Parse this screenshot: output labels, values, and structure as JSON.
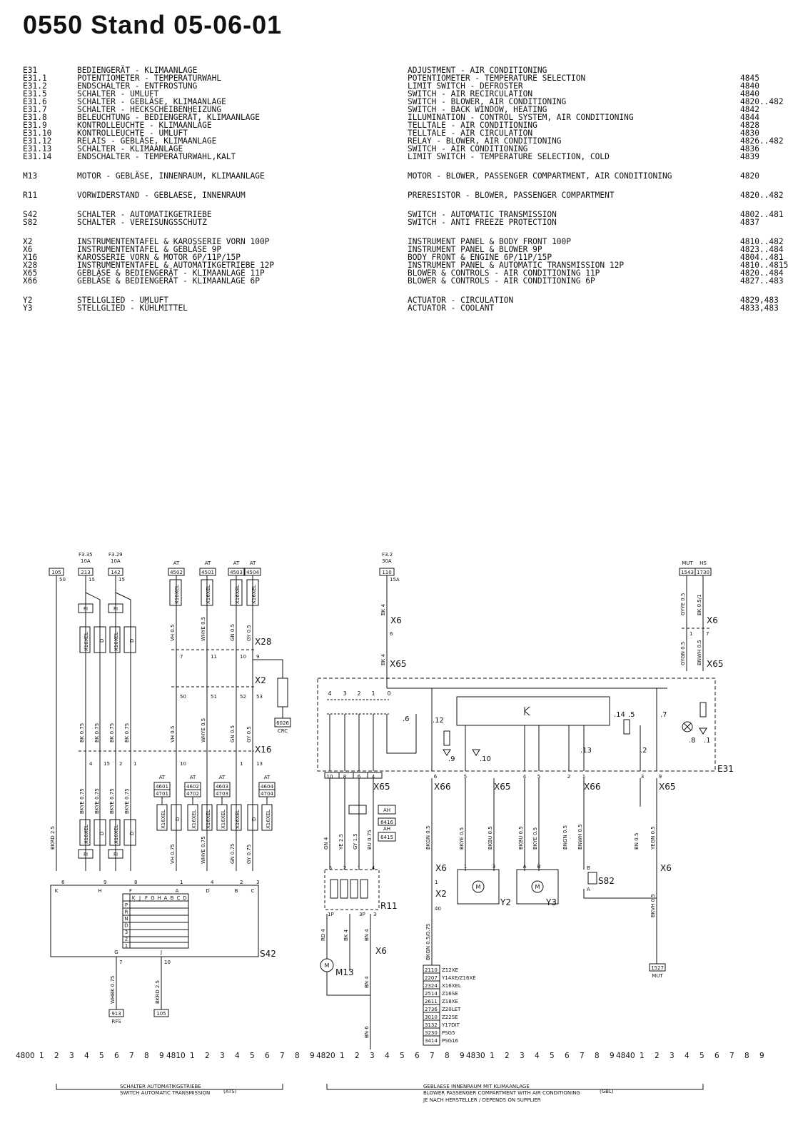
{
  "title": "0550 Stand 05-06-01",
  "legend": {
    "groups": [
      {
        "rows": [
          {
            "code": "E31",
            "de": "BEDIENGERÄT - KLIMAANLAGE",
            "en": "ADJUSTMENT - AIR CONDITIONING",
            "ref": ""
          },
          {
            "code": "E31.1",
            "de": "POTENTIOMETER - TEMPERATURWAHL",
            "en": "POTENTIOMETER - TEMPERATURE SELECTION",
            "ref": "4845"
          },
          {
            "code": "E31.2",
            "de": "ENDSCHALTER - ENTFROSTUNG",
            "en": "LIMIT SWITCH - DEFROSTER",
            "ref": "4840"
          },
          {
            "code": "E31.5",
            "de": "SCHALTER - UMLUFT",
            "en": "SWITCH - AIR RECIRCULATION",
            "ref": "4840"
          },
          {
            "code": "E31.6",
            "de": "SCHALTER - GEBLÄSE, KLIMAANLAGE",
            "en": "SWITCH - BLOWER, AIR CONDITIONING",
            "ref": "4820..482"
          },
          {
            "code": "E31.7",
            "de": "SCHALTER - HECKSCHEIBENHEIZUNG",
            "en": "SWITCH - BACK WINDOW, HEATING",
            "ref": "4842"
          },
          {
            "code": "E31.8",
            "de": "BELEUCHTUNG - BEDIENGERÄT, KLIMAANLAGE",
            "en": "ILLUMINATION - CONTROL SYSTEM, AIR CONDITIONING",
            "ref": "4844"
          },
          {
            "code": "E31.9",
            "de": "KONTROLLEUCHTE - KLIMAANLAGE",
            "en": "TELLTALE - AIR CONDITIONING",
            "ref": "4828"
          },
          {
            "code": "E31.10",
            "de": "KONTROLLEUCHTE - UMLUFT",
            "en": "TELLTALE - AIR CIRCULATION",
            "ref": "4830"
          },
          {
            "code": "E31.12",
            "de": "RELAIS - GEBLÄSE, KLIMAANLAGE",
            "en": "RELAY - BLOWER, AIR CONDITIONING",
            "ref": "4826..482"
          },
          {
            "code": "E31.13",
            "de": "SCHALTER - KLIMAANLAGE",
            "en": "SWITCH - AIR CONDITIONING",
            "ref": "4836"
          },
          {
            "code": "E31.14",
            "de": "ENDSCHALTER - TEMPERATURWAHL,KALT",
            "en": "LIMIT SWITCH - TEMPERATURE SELECTION, COLD",
            "ref": "4839"
          }
        ]
      },
      {
        "rows": [
          {
            "code": "M13",
            "de": "MOTOR - GEBLÄSE, INNENRAUM, KLIMAANLAGE",
            "en": "MOTOR - BLOWER, PASSENGER COMPARTMENT, AIR CONDITIONING",
            "ref": "4820"
          }
        ]
      },
      {
        "rows": [
          {
            "code": "R11",
            "de": "VORWIDERSTAND - GEBLAESE, INNENRAUM",
            "en": "PRERESISTOR - BLOWER, PASSENGER COMPARTMENT",
            "ref": "4820..482"
          }
        ]
      },
      {
        "rows": [
          {
            "code": "S42",
            "de": "SCHALTER - AUTOMATIKGETRIEBE",
            "en": "SWITCH - AUTOMATIC TRANSMISSION",
            "ref": "4802..481"
          },
          {
            "code": "S82",
            "de": "SCHALTER - VEREISUNGSSCHUTZ",
            "en": "SWITCH - ANTI FREEZE PROTECTION",
            "ref": "4837"
          }
        ]
      },
      {
        "rows": [
          {
            "code": "X2",
            "de": "INSTRUMENTENTAFEL & KAROSSERIE VORN 100P",
            "en": "INSTRUMENT PANEL & BODY FRONT 100P",
            "ref": "4810..482"
          },
          {
            "code": "X6",
            "de": "INSTRUMENTENTAFEL & GEBLÄSE 9P",
            "en": "INSTRUMENT PANEL & BLOWER 9P",
            "ref": "4823..484"
          },
          {
            "code": "X16",
            "de": "KAROSSERIE VORN & MOTOR 6P/11P/15P",
            "en": "BODY FRONT & ENGINE 6P/11P/15P",
            "ref": "4804..481"
          },
          {
            "code": "X28",
            "de": "INSTRUMENTENTAFEL & AUTOMATIKGETRIEBE 12P",
            "en": "INSTRUMENT PANEL & AUTOMATIC TRANSMISSION 12P",
            "ref": "4810..4815"
          },
          {
            "code": "X65",
            "de": "GEBLÄSE & BEDIENGERÄT - KLIMAANLAGE 11P",
            "en": "BLOWER & CONTROLS - AIR CONDITIONING 11P",
            "ref": "4820..484"
          },
          {
            "code": "X66",
            "de": "GEBLÄSE & BEDIENGERÄT - KLIMAANLAGE 6P",
            "en": "BLOWER & CONTROLS - AIR CONDITIONING 6P",
            "ref": "4827..483"
          }
        ]
      },
      {
        "rows": [
          {
            "code": "Y2",
            "de": "STELLGLIED - UMLUFT",
            "en": "ACTUATOR - CIRCULATION",
            "ref": "4829,483"
          },
          {
            "code": "Y3",
            "de": "STELLGLIED - KÜHLMITTEL",
            "en": "ACTUATOR - COOLANT",
            "ref": "4833,483"
          }
        ]
      }
    ]
  },
  "schematic": {
    "fuses": {
      "f335": "F3.35",
      "f329": "F3.29",
      "f32": "F3.2",
      "a10": "10A",
      "a30": "30A"
    },
    "terminals": {
      "t105a": "105",
      "t213": "213",
      "t142": "142",
      "t4502": "4502",
      "t4501": "4501",
      "t4503": "4503",
      "t4504": "4504",
      "t110": "110",
      "t1543": "1543",
      "t1730": "1730",
      "t6026": "6026",
      "crc": "CRC",
      "t913": "913",
      "rfs": "RFS",
      "t105b": "105",
      "t1527": "1527",
      "mut2": "MUT",
      "at": "AT",
      "mut": "MUT",
      "hs": "HS"
    },
    "terminal_pairs": [
      {
        "a": "4601",
        "b": "4701"
      },
      {
        "a": "4602",
        "b": "4702"
      },
      {
        "a": "4603",
        "b": "4703"
      },
      {
        "a": "4604",
        "b": "4704"
      }
    ],
    "connectors": {
      "x6": "X6",
      "x28": "X28",
      "x2": "X2",
      "x16": "X16",
      "x65": "X65",
      "x66": "X66",
      "e31": "E31",
      "s42": "S42",
      "r11": "R11",
      "y2": "Y2",
      "y3": "Y3",
      "s82": "S82",
      "m13": "M13"
    },
    "ah": {
      "ah": "AH",
      "t6416": "6416",
      "t6415": "6415"
    },
    "pin_labels": {
      "s0": "50",
      "p15": "15",
      "p15a": "15A",
      "p6": "6",
      "p7": "7",
      "p11": "11",
      "p10": "10",
      "p9": "9",
      "p50": "50",
      "p51": "51",
      "p52": "52",
      "p53": "53",
      "p4": "4",
      "p2": "2",
      "p1": "1",
      "p13": "13",
      "p3": "3",
      "p40": "40",
      "p1p": "1P",
      "p3p": "3P"
    },
    "wire_labels": {
      "bkrd25": "BKRD 2.5",
      "bk075": "BK 0.75",
      "bkye075": "BKYE 0.75",
      "vh05": "VH 0.5",
      "whye05": "WHYE 0.5",
      "gn05": "GN 0.5",
      "gy05": "GY 0.5",
      "vh075": "VH 0.75",
      "whye075": "WHYE 0.75",
      "gn075": "GN 0.75",
      "gy075": "GY 0.75",
      "whbk075": "WHBK 0.75",
      "bk4": "BK 4",
      "gn4": "GN 4",
      "ye25": "YE 2.5",
      "gy15": "GY 1.5",
      "bu075": "BU 0.75",
      "bkgn05": "BKGN 0.5",
      "bkgn0575": "BKGN 0.5/0.75",
      "bkye05": "BKYE 0.5",
      "bkbu05": "BKBU 0.5",
      "bngn05": "BNGN 0.5",
      "bnwh05": "BNWH 0.5",
      "bn05": "BN 0.5",
      "yegn05": "YEGN 0.5",
      "bkvh05": "BKVH 0.5",
      "rd4": "RD 4",
      "bn4": "BN 4",
      "bn6": "BN 6",
      "gyye05": "GYYE 0.5",
      "bk051": "BK 0.5/1",
      "gygn05": "GYGN 0.5",
      "bnwh05b": "BNWH 0.5"
    },
    "connector_tags": {
      "x16xel": "X16XEL",
      "d": "D",
      "fi": "FI"
    },
    "s42_grid": {
      "header": [
        "K",
        "J",
        "F",
        "G",
        "H",
        "A",
        "B",
        "C",
        "D"
      ],
      "rows": [
        "P",
        "R",
        "N",
        "D",
        "3",
        "2",
        "1"
      ]
    },
    "e31_labels": {
      "n4": "4",
      "n3": "3",
      "n2": "2",
      "n1": "1",
      "n0": "0",
      "d6": ".6",
      "d12": ".12",
      "d14": ".14",
      "d5": ".5",
      "d7": ".7",
      "d8": ".8",
      "d1": ".1",
      "d9": ".9",
      "d10": ".10",
      "d13": ".13",
      "d2": ".2"
    },
    "x65_pins": [
      "10",
      "8",
      "6",
      "4",
      "6",
      "5",
      "4",
      "5",
      "2",
      "1",
      "3",
      "9"
    ],
    "r11_pins": [
      "5",
      "2",
      "1",
      "4"
    ],
    "engine_codes": [
      {
        "ref": "2110",
        "code": "Z12XE"
      },
      {
        "ref": "2207",
        "code": "Y14XE/Z16XE"
      },
      {
        "ref": "2324",
        "code": "X16XEL"
      },
      {
        "ref": "2514",
        "code": "Z16SE"
      },
      {
        "ref": "2611",
        "code": "Z18XE"
      },
      {
        "ref": "2736",
        "code": "Z20LET"
      },
      {
        "ref": "3010",
        "code": "Z22SE"
      },
      {
        "ref": "3132",
        "code": "Y17DIT"
      },
      {
        "ref": "3230",
        "code": "PSG5"
      },
      {
        "ref": "3414",
        "code": "PSG16"
      }
    ],
    "ruler_groups": [
      "4800",
      "4810",
      "4820",
      "4830",
      "4840"
    ],
    "section_captions": {
      "left_de": "SCHALTER AUTOMATIKGETRIEBE",
      "left_en": "SWITCH AUTOMATIC TRANSMISSION",
      "left_tag": "(ATS)",
      "right_de": "GEBLAESE INNENRAUM MIT KLIMAANLAGE",
      "right_en": "BLOWER PASSENGER COMPARTMENT WITH AIR CONDITIONING",
      "right_extra": "JE NACH HERSTELLER / DEPENDS ON SUPPLIER",
      "right_tag": "(GBL)"
    }
  }
}
